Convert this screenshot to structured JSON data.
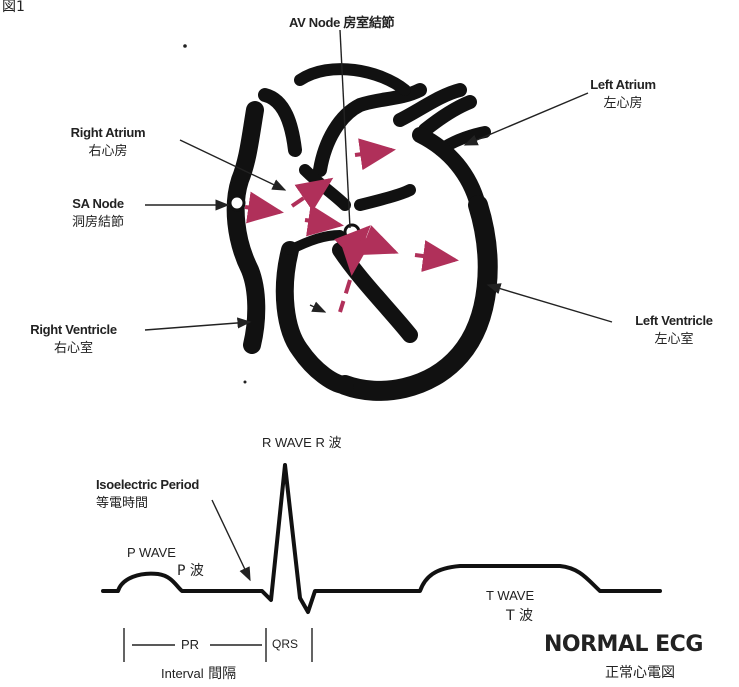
{
  "figure_label": "図1",
  "heart": {
    "av_node": {
      "en": "AV Node",
      "jp": "房室結節"
    },
    "left_atrium": {
      "en": "Left Atrium",
      "jp": "左心房"
    },
    "right_atrium": {
      "en": "Right Atrium",
      "jp": "右心房"
    },
    "sa_node": {
      "en": "SA Node",
      "jp": "洞房結節"
    },
    "right_ventricle": {
      "en": "Right Ventricle",
      "jp": "右心室"
    },
    "left_ventricle": {
      "en": "Left Ventricle",
      "jp": "左心室"
    }
  },
  "ecg": {
    "r_wave": "R WAVE  R 波",
    "isoelectric": {
      "en": "Isoelectric Period",
      "jp": "等電時間"
    },
    "p_wave": {
      "en": "P WAVE",
      "jp": "P 波"
    },
    "t_wave": {
      "en": "T WAVE",
      "jp": "T 波"
    },
    "pr_label": "PR",
    "qrs_label": "QRS",
    "interval": {
      "en": "Interval",
      "jp": "間隔"
    },
    "title": {
      "en": "NORMAL ECG",
      "jp": "正常心電図"
    }
  },
  "colors": {
    "outline": "#111111",
    "conduction_arrow": "#b0305a"
  }
}
